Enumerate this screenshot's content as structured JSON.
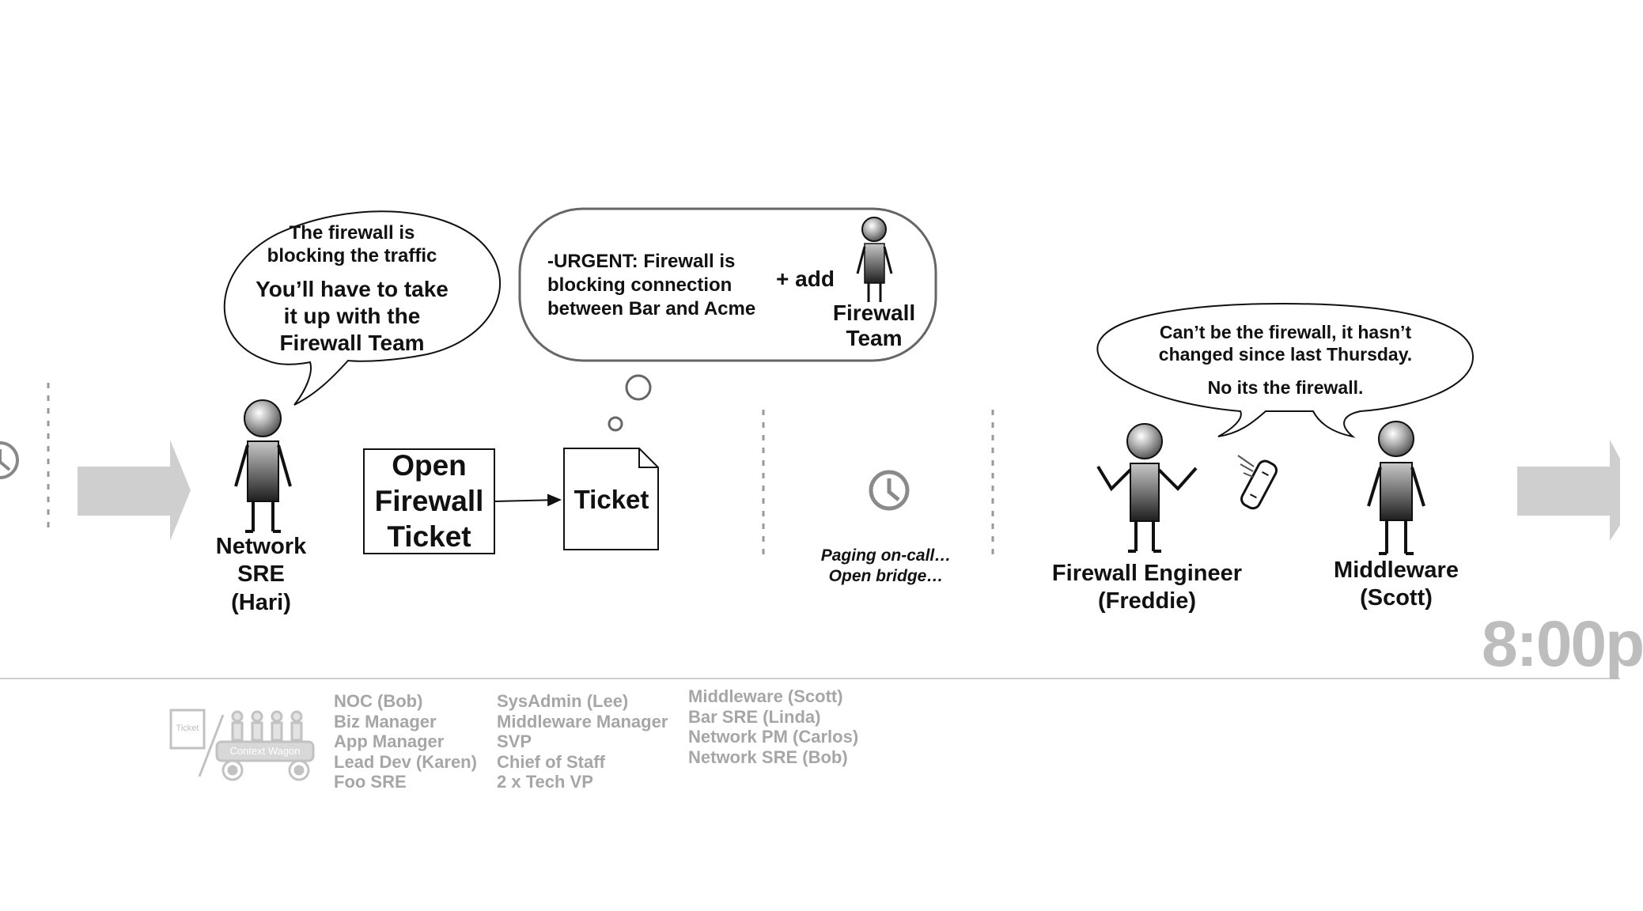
{
  "hari": {
    "bubble_line1": "The firewall is",
    "bubble_line2": "blocking the traffic",
    "bubble_line3": "You’ll have to take",
    "bubble_line4": "it up with the",
    "bubble_line5": "Firewall Team",
    "name1": "Network",
    "name2": "SRE",
    "name3": "(Hari)"
  },
  "action_box": {
    "line1": "Open",
    "line2": "Firewall",
    "line3": "Ticket"
  },
  "ticket": {
    "label": "Ticket"
  },
  "thought": {
    "line1": "-URGENT: Firewall is",
    "line2": "blocking connection",
    "line3": "between Bar and Acme",
    "add": "+ add",
    "team1": "Firewall",
    "team2": "Team"
  },
  "paging": {
    "line1": "Paging on-call…",
    "line2": "Open bridge…"
  },
  "exchange": {
    "line1": "Can’t be the firewall, it hasn’t",
    "line2": "changed since last Thursday.",
    "line3": "No its the firewall."
  },
  "freddie": {
    "name1": "Firewall Engineer",
    "name2": "(Freddie)"
  },
  "scott": {
    "name1": "Middleware",
    "name2": "(Scott)"
  },
  "time": "8:00p",
  "wagon": {
    "ticket": "Ticket",
    "label": "Context Wagon"
  },
  "roster": {
    "col1": [
      "NOC (Bob)",
      "Biz Manager",
      "App Manager",
      "Lead Dev (Karen)",
      "Foo SRE"
    ],
    "col2": [
      "SysAdmin (Lee)",
      "Middleware Manager",
      "SVP",
      "Chief of Staff",
      "2 x Tech VP"
    ],
    "col3": [
      "Middleware (Scott)",
      "Bar SRE (Linda)",
      "Network PM (Carlos)",
      "Network SRE (Bob)"
    ]
  }
}
